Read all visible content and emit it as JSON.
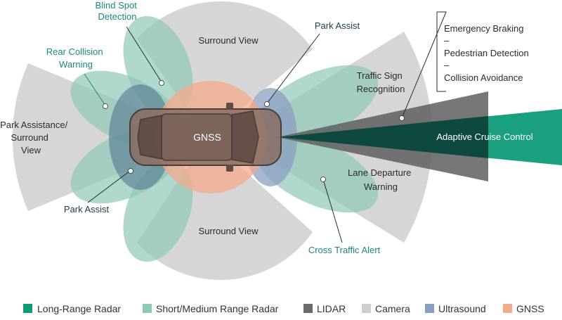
{
  "colors": {
    "long_range_radar": "#0f9a7a",
    "short_medium_radar": "#8fc7b8",
    "lidar": "#6b6b6b",
    "camera": "#cfcfcf",
    "ultrasound": "#8b9fc0",
    "gnss": "#f4a98a",
    "teal_text": "#1a8a73",
    "navy_text": "#1f3d4a"
  },
  "car_label": "GNSS",
  "labels": {
    "blind_spot": [
      "Blind Spot",
      "Detection"
    ],
    "surround_view_top": "Surround View",
    "park_assist_top": "Park Assist",
    "rear_collision": [
      "Rear Collision",
      "Warning"
    ],
    "park_assistance_surround": [
      "Park Assistance/",
      "Surround",
      "View"
    ],
    "traffic_sign": [
      "Traffic Sign",
      "Recognition"
    ],
    "adaptive_cruise": "Adaptive Cruise Control",
    "lane_departure": [
      "Lane Departure",
      "Warning"
    ],
    "park_assist_bottom": "Park Assist",
    "surround_view_bottom": "Surround View",
    "cross_traffic": "Cross Traffic Alert",
    "emergency_list": [
      "Emergency Braking",
      "–",
      "Pedestrian Detection",
      "–",
      "Collision Avoidance"
    ]
  },
  "legend": [
    {
      "label": "Long-Range Radar",
      "color": "#0f9a7a"
    },
    {
      "label": "Short/Medium Range Radar",
      "color": "#8fc7b8"
    },
    {
      "label": "LIDAR",
      "color": "#6b6b6b"
    },
    {
      "label": "Camera",
      "color": "#cfcfcf"
    },
    {
      "label": "Ultrasound",
      "color": "#8b9fc0"
    },
    {
      "label": "GNSS",
      "color": "#f4a98a"
    }
  ]
}
